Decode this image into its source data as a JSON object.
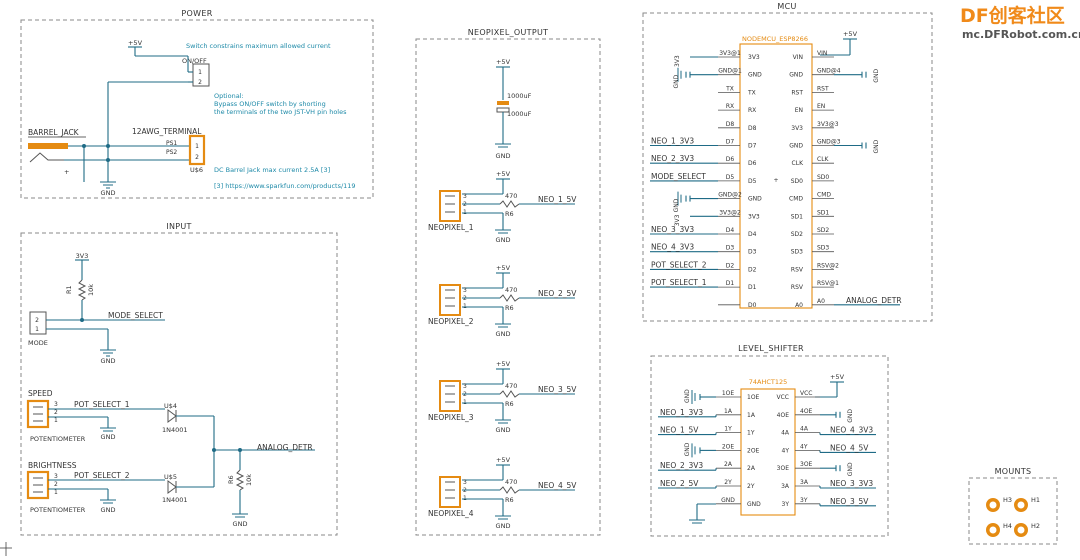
{
  "logo": {
    "brand": "DF",
    "cn": "创客社区",
    "url": "mc.DFRobot.com.cn"
  },
  "power": {
    "title": "POWER",
    "vplus": "+5V",
    "onoff": "ON/OFF",
    "note_switch": "Switch constrains maximum allowed current",
    "note_opt1": "Optional:",
    "note_opt2": "Bypass ON/OFF switch by shorting",
    "note_opt3": "the terminals of the two JST-VH pin holes",
    "barrel": "BARREL_JACK",
    "terminal": "12AWG_TERMINAL",
    "ps1": "PS1",
    "ps2": "PS2",
    "u": "U$6",
    "note_dc": "DC Barrel Jack max current 2.5A [3]",
    "note_link": "[3] https://www.sparkfun.com/products/119",
    "gnd": "GND"
  },
  "input": {
    "title": "INPUT",
    "v3v3": "3V3",
    "r1": "R1",
    "r1val": "10k",
    "mode_select": "MODE_SELECT",
    "mode": "MODE",
    "speed": "SPEED",
    "brightness": "BRIGHTNESS",
    "pot": "POTENTIOMETER",
    "pot_select_1": "POT_SELECT_1",
    "pot_select_2": "POT_SELECT_2",
    "u4": "U$4",
    "u5": "U$5",
    "diode": "1N4001",
    "analog_detr": "ANALOG_DETR",
    "r6": "R6",
    "r6val": "10k",
    "gnd": "GND"
  },
  "neopixel": {
    "title": "NEOPIXEL_OUTPUT",
    "cap": "1000uF",
    "r470": "470",
    "rref": "R6",
    "vplus": "+5V",
    "gnd": "GND",
    "channels": [
      {
        "name": "NEOPIXEL_1",
        "net": "NEO_1_5V"
      },
      {
        "name": "NEOPIXEL_2",
        "net": "NEO_2_5V"
      },
      {
        "name": "NEOPIXEL_3",
        "net": "NEO_3_5V"
      },
      {
        "name": "NEOPIXEL_4",
        "net": "NEO_4_5V"
      }
    ]
  },
  "mcu": {
    "title": "MCU",
    "chip": "NODEMCU_ESP8266",
    "vplus": "+5V",
    "left_pins": [
      "3V3",
      "GND",
      "TX",
      "RX",
      "D8",
      "D7",
      "D6",
      "D5",
      "GND",
      "3V3",
      "D4",
      "D3",
      "D2",
      "D1",
      "D0"
    ],
    "right_pins": [
      "VIN",
      "GND",
      "RST",
      "EN",
      "3V3",
      "GND",
      "CLK",
      "SD0",
      "CMD",
      "SD1",
      "SD2",
      "SD3",
      "RSV",
      "RSV",
      "A0"
    ],
    "left_ext": [
      "3V3@1",
      "GND@1",
      "TX",
      "RX",
      "D8",
      "D7",
      "D6",
      "D5",
      "GND@2",
      "3V3@2",
      "D4",
      "D3",
      "D2",
      "D1",
      ""
    ],
    "right_ext": [
      "VIN",
      "GND@4",
      "RST",
      "EN",
      "3V3@3",
      "GND@3",
      "CLK",
      "SD0",
      "CMD",
      "SD1",
      "SD2",
      "SD3",
      "RSV@2",
      "RSV@1",
      "A0"
    ],
    "left_nets": [
      "",
      "",
      "",
      "",
      "",
      "NEO_1_3V3",
      "NEO_2_3V3",
      "MODE_SELECT",
      "",
      "",
      "NEO_3_3V3",
      "NEO_4_3V3",
      "POT_SELECT_2",
      "POT_SELECT_1",
      ""
    ],
    "right_nets": [
      "",
      "",
      "",
      "",
      "",
      "",
      "",
      "",
      "",
      "",
      "",
      "",
      "",
      "",
      "ANALOG_DETR"
    ],
    "gnd": "GND",
    "v3v3": "3V3"
  },
  "level": {
    "title": "LEVEL_SHIFTER",
    "chip": "74AHCT125",
    "vplus": "+5V",
    "left_pins": [
      "1OE",
      "1A",
      "1Y",
      "2OE",
      "2A",
      "2Y",
      "GND"
    ],
    "right_pins": [
      "VCC",
      "4OE",
      "4A",
      "4Y",
      "3OE",
      "3A",
      "3Y"
    ],
    "left_ext": [
      "1OE",
      "1A",
      "1Y",
      "2OE",
      "2A",
      "2Y",
      "GND"
    ],
    "right_ext": [
      "VCC",
      "4OE",
      "4A",
      "4Y",
      "3OE",
      "3A",
      "3Y"
    ],
    "left_nets": [
      "",
      "NEO_1_3V3",
      "NEO_1_5V",
      "",
      "NEO_2_3V3",
      "NEO_2_5V",
      ""
    ],
    "right_nets": [
      "",
      "",
      "NEO_4_3V3",
      "NEO_4_5V",
      "",
      "NEO_3_3V3",
      "NEO_3_5V"
    ],
    "gnd": "GND"
  },
  "mounts": {
    "title": "MOUNTS",
    "holes": [
      "H3",
      "H1",
      "H4",
      "H2"
    ]
  }
}
